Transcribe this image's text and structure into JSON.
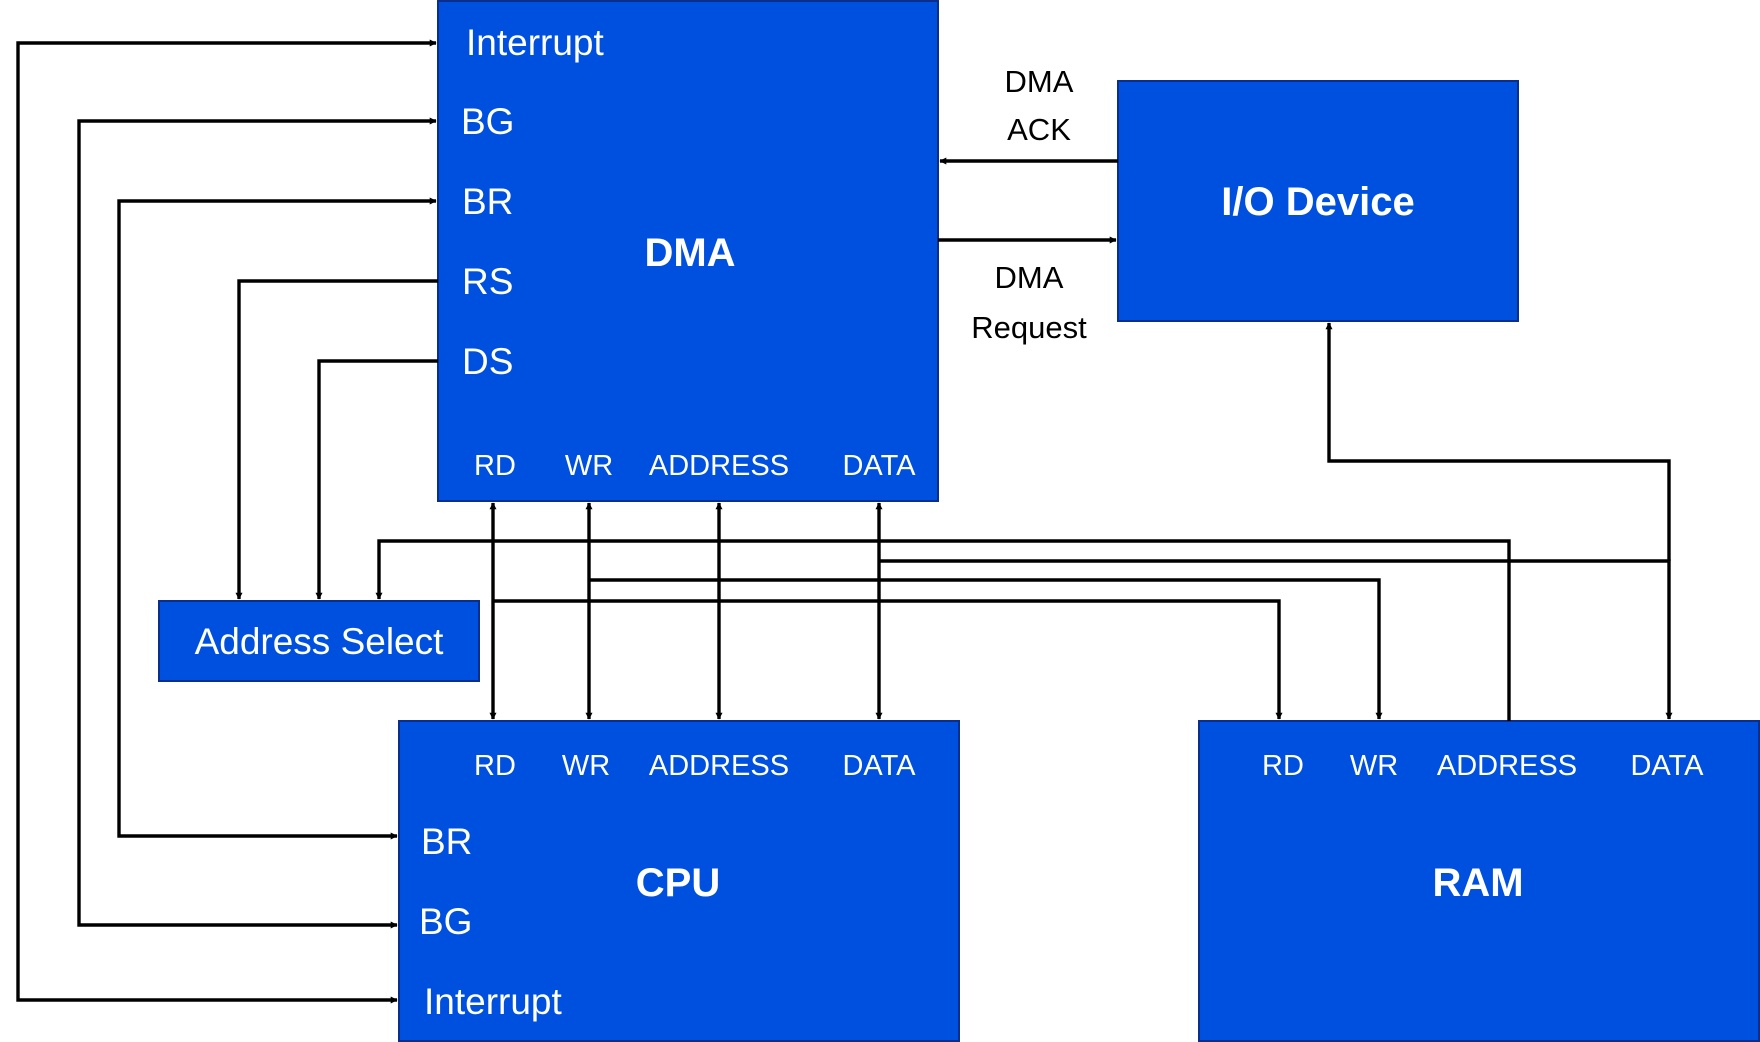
{
  "dma": {
    "title": "DMA",
    "pins": {
      "interrupt": "Interrupt",
      "bg": "BG",
      "br": "BR",
      "rs": "RS",
      "ds": "DS"
    },
    "bus": {
      "rd": "RD",
      "wr": "WR",
      "address": "ADDRESS",
      "data": "DATA"
    }
  },
  "io_device": {
    "title": "I/O Device"
  },
  "cpu": {
    "title": "CPU",
    "pins": {
      "br": "BR",
      "bg": "BG",
      "interrupt": "Interrupt"
    },
    "bus": {
      "rd": "RD",
      "wr": "WR",
      "address": "ADDRESS",
      "data": "DATA"
    }
  },
  "ram": {
    "title": "RAM",
    "bus": {
      "rd": "RD",
      "wr": "WR",
      "address": "ADDRESS",
      "data": "DATA"
    }
  },
  "address_select": {
    "label": "Address Select"
  },
  "signals": {
    "dma_ack_line1": "DMA",
    "dma_ack_line2": "ACK",
    "dma_request_line1": "DMA",
    "dma_request_line2": "Request"
  },
  "colors": {
    "block_fill": "#0050df",
    "block_stroke": "#0a2e8a",
    "wire": "#000000",
    "block_text": "#ffffff",
    "signal_text": "#000000"
  }
}
